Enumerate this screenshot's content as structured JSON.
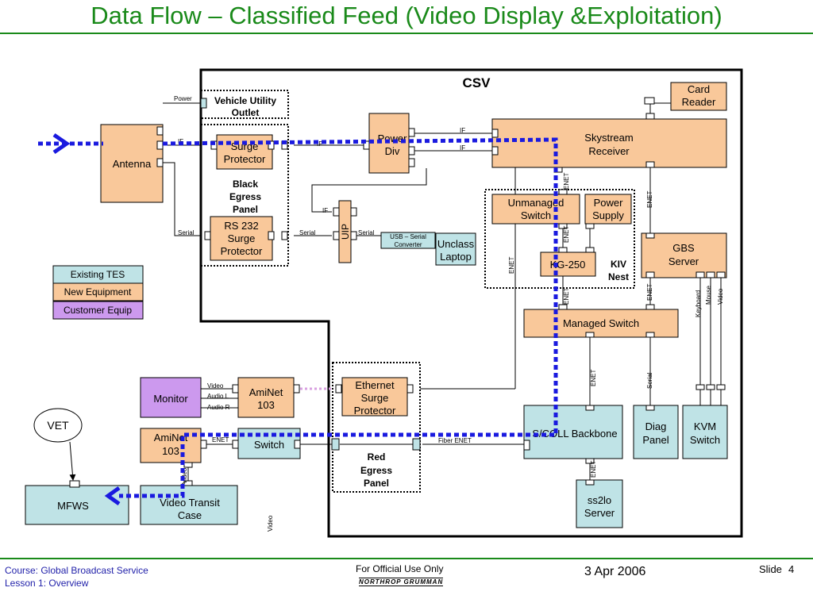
{
  "title": "Data Flow – Classified Feed (Video Display &Exploitation)",
  "csv_label": "CSV",
  "colors": {
    "existing_tes": "#bfe3e6",
    "new_equipment": "#f9c89a",
    "customer_equip": "#cc99ee",
    "flow_line": "#1a1adf",
    "title_green": "#1a8a1a"
  },
  "legend": {
    "existing": "Existing TES",
    "new": "New Equipment",
    "customer": "Customer Equip"
  },
  "panels": {
    "vehicle_utility": [
      "Vehicle Utility",
      "Outlet"
    ],
    "black_egress": [
      "Black",
      "Egress",
      "Panel"
    ],
    "red_egress": [
      "Red",
      "Egress",
      "Panel"
    ],
    "kiv_nest": [
      "KIV",
      "Nest"
    ]
  },
  "boxes": {
    "antenna": "Antenna",
    "surge_protector": [
      "Surge",
      "Protector"
    ],
    "rs232_surge": [
      "RS 232",
      "Surge",
      "Protector"
    ],
    "power_div": [
      "Power",
      "Div"
    ],
    "skystream": [
      "Skystream",
      "Receiver"
    ],
    "card_reader": [
      "Card",
      "Reader"
    ],
    "unmanaged_switch": [
      "Unmanaged",
      "Switch"
    ],
    "power_supply": [
      "Power",
      "Supply"
    ],
    "kg250": "KG-250",
    "gbs_server": [
      "GBS",
      "Server"
    ],
    "managed_switch": "Managed Switch",
    "unclass_laptop": [
      "Unclass",
      "Laptop"
    ],
    "usb_serial": [
      "USB – Serial",
      "Converter"
    ],
    "uip": "UIP",
    "monitor": "Monitor",
    "aminet_top": [
      "AmiNet",
      "103"
    ],
    "aminet_bottom": [
      "AmiNet",
      "103"
    ],
    "switch": "Switch",
    "ethernet_surge": [
      "Ethernet",
      "Surge",
      "Protector"
    ],
    "scoll_backbone": "S/COLL Backbone",
    "diag_panel": [
      "Diag",
      "Panel"
    ],
    "kvm_switch": [
      "KVM",
      "Switch"
    ],
    "ss2lo_server": [
      "ss2lo",
      "Server"
    ],
    "vet": "VET",
    "mfws": "MFWS",
    "video_transit": [
      "Video Transit",
      "Case"
    ]
  },
  "wire_labels": {
    "power": "Power",
    "if": "IF",
    "serial": "Serial",
    "enet": "ENET",
    "video": "Video",
    "audio_l": "Audio L",
    "audio_r": "Audio R",
    "fiber_enet": "Fiber ENET",
    "keyboard": "Keyboard",
    "mouse": "Mouse"
  },
  "footer": {
    "course": "Course: Global Broadcast Service",
    "lesson": "Lesson 1: Overview",
    "classification": "For Official Use Only",
    "logo_text": "NORTHROP GRUMMAN",
    "date": "3 Apr 2006",
    "slide_label": "Slide",
    "slide_number": "4"
  }
}
